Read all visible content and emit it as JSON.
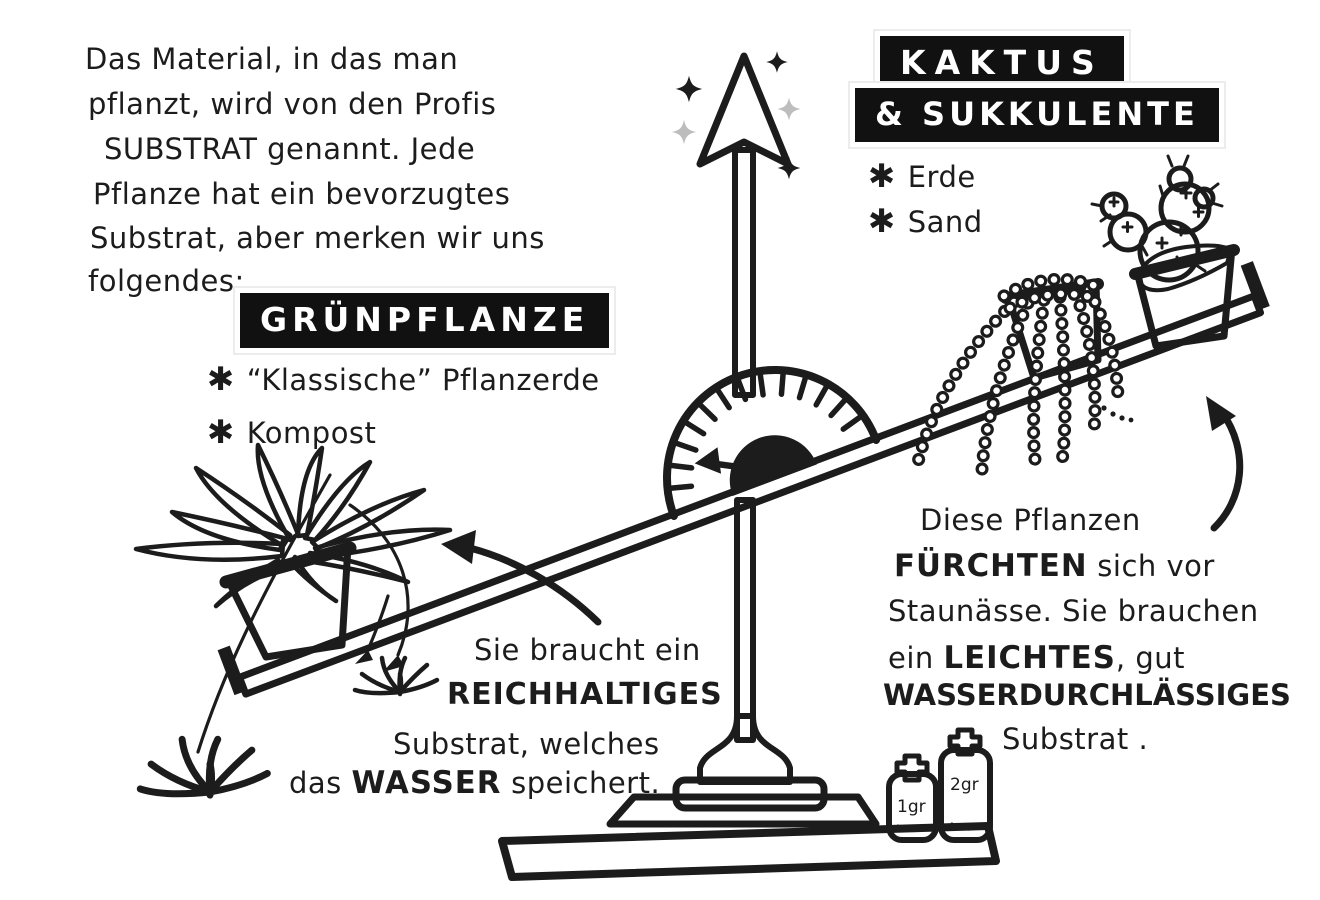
{
  "page": {
    "background": "#ffffff",
    "ink": "#1c1c1c",
    "pot_gray": "#9d9d9d",
    "slab_gray": "#b2b2b2",
    "arrow_gray": "#b5b5b5",
    "sparkle_gray": "#bdbdbd"
  },
  "intro": {
    "lines": [
      "Das Material, in das man",
      "pflanzt, wird von den Profis",
      "SUBSTRAT genannt. Jede",
      "Pflanze hat ein bevorzugtes",
      "Substrat, aber merken wir uns",
      "folgendes:"
    ]
  },
  "green_section": {
    "title": "GRÜNPFLANZE",
    "items": [
      {
        "bullet": "✱",
        "text": "“Klassische” Pflanzerde"
      },
      {
        "bullet": "✱",
        "text": "Kompost"
      }
    ]
  },
  "cactus_section": {
    "title_line1": "KAKTUS",
    "title_line2": "& SUKKULENTE",
    "items": [
      {
        "bullet": "✱",
        "text": "Erde"
      },
      {
        "bullet": "✱",
        "text": "Sand"
      }
    ]
  },
  "green_note": {
    "l1": "Sie braucht ein",
    "l2": "REICHHALTIGES",
    "l3": "Substrat, welches",
    "l4a": "das ",
    "l4b": "WASSER",
    "l4c": " speichert."
  },
  "cactus_note": {
    "l1": "Diese Pflanzen",
    "l2a": "FÜRCHTEN",
    "l2b": " sich vor",
    "l3": "Staunässe. Sie brauchen",
    "l4a": "ein ",
    "l4b": "LEICHTES",
    "l4c": ", gut",
    "l5": "WASSERDURCHLÄSSIGES",
    "l6": "Substrat ."
  },
  "weights": {
    "small": "1gr",
    "large": "2gr"
  },
  "illustration": {
    "icons": [
      "balance-scale-icon",
      "up-arrow-icon",
      "sparkle-icon",
      "gauge-icon",
      "spider-plant-icon",
      "string-of-pearls-icon",
      "cactus-icon",
      "weight-bottle-icon"
    ]
  }
}
